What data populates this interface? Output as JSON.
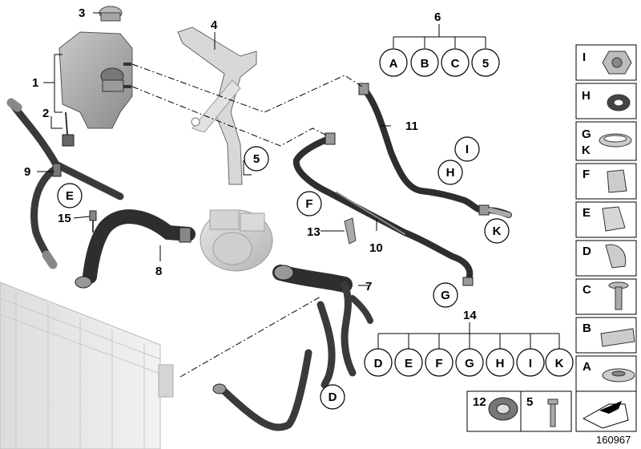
{
  "diagram": {
    "callouts": {
      "n1": "1",
      "n2": "2",
      "n3": "3",
      "n4": "4",
      "n5": "5",
      "n6": "6",
      "n7": "7",
      "n8": "8",
      "n9": "9",
      "n10": "10",
      "n11": "11",
      "n13": "13",
      "n14": "14",
      "n15": "15"
    },
    "group6": [
      "A",
      "B",
      "C",
      "5"
    ],
    "group14": [
      "D",
      "E",
      "F",
      "G",
      "H",
      "I",
      "K"
    ],
    "circle_labels": {
      "E": "E",
      "F": "F",
      "G": "G",
      "H": "H",
      "I": "I",
      "K": "K",
      "D": "D",
      "five": "5"
    },
    "legend_panels": [
      "I",
      "H",
      "G\nK",
      "F",
      "E",
      "D",
      "C",
      "B",
      "A"
    ],
    "bottom_row": {
      "part12": "12",
      "part5": "5"
    },
    "footer_id": "160967"
  }
}
